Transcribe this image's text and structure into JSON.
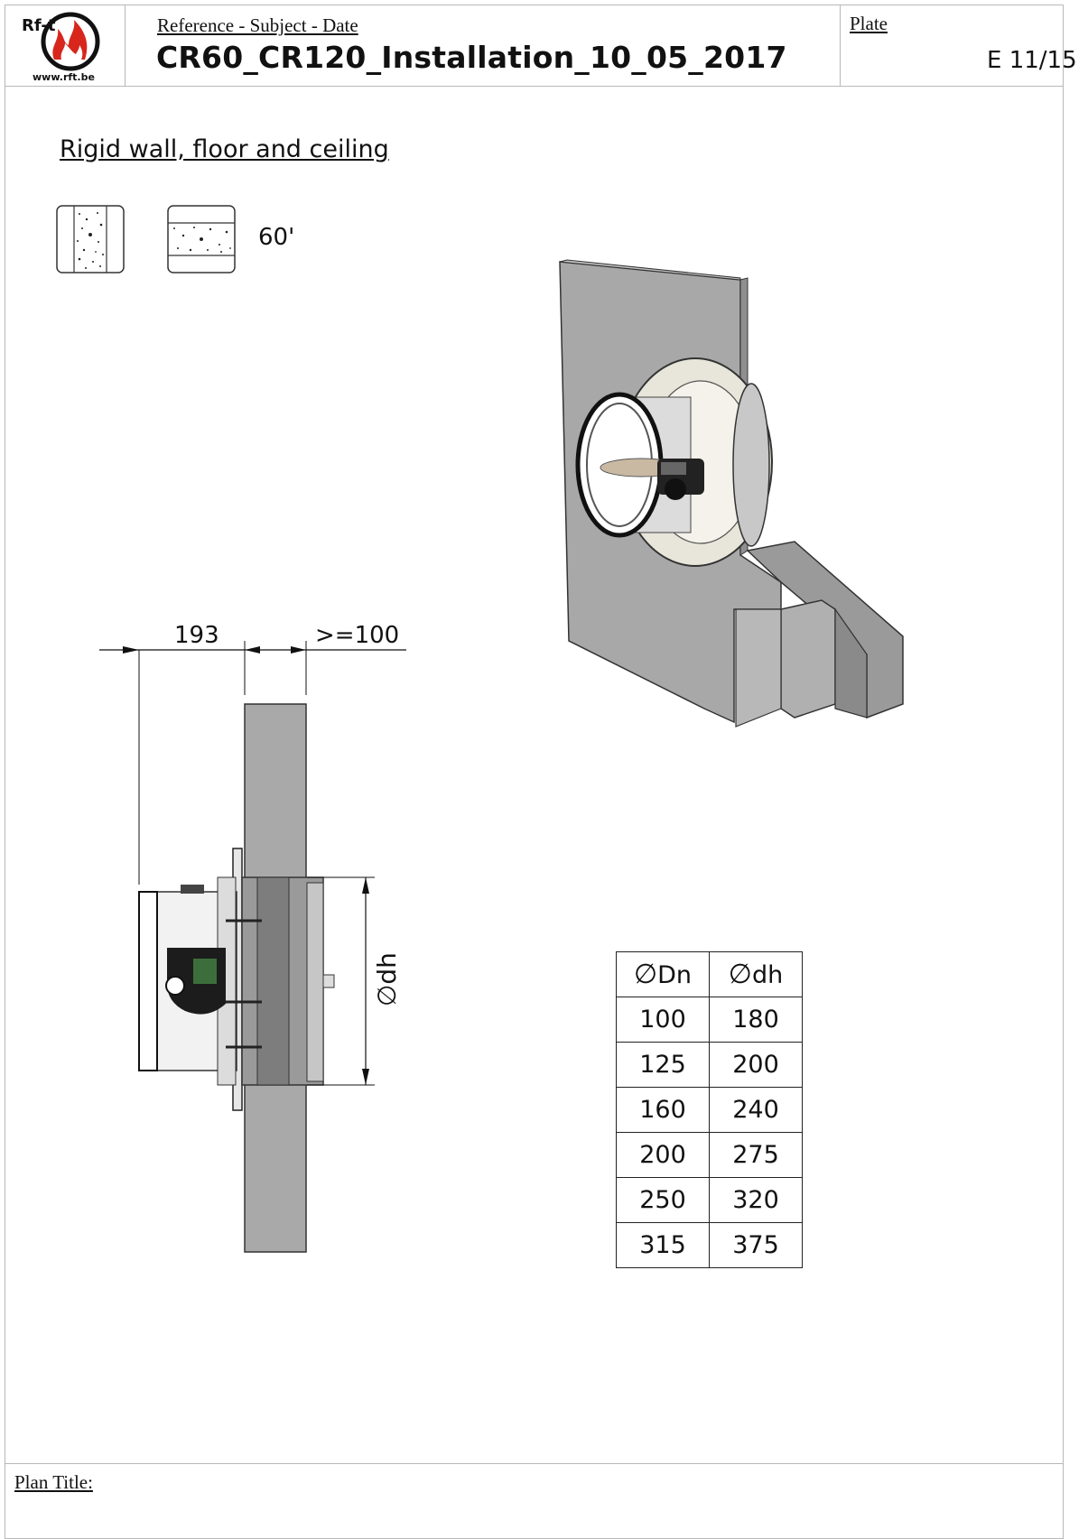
{
  "header": {
    "logo_text": "Rf-t",
    "logo_url": "www.rft.be",
    "reference_label": "Reference - Subject - Date",
    "document_title": "CR60_CR120_Installation_10_05_2017",
    "plate_label": "Plate",
    "plate_number": "E 11/15"
  },
  "section": {
    "heading": "Rigid wall, floor and ceiling",
    "fire_rating": "60'",
    "icons": [
      "wall-section-icon",
      "floor-section-icon"
    ]
  },
  "dimensions": {
    "depth": "193",
    "min_distance": ">=100",
    "diameter_label": "dh",
    "diameter_symbol": "∅"
  },
  "size_table": {
    "headers": [
      "Dn",
      "dh"
    ],
    "rows": [
      [
        "100",
        "180"
      ],
      [
        "125",
        "200"
      ],
      [
        "160",
        "240"
      ],
      [
        "200",
        "275"
      ],
      [
        "250",
        "320"
      ],
      [
        "315",
        "375"
      ]
    ]
  },
  "footer": {
    "plan_title_label": "Plan Title:"
  },
  "colors": {
    "wall": "#a9a9a9",
    "wall_dark": "#8e8e8e",
    "logo_red": "#d8261c",
    "ring": "#e8e6da"
  }
}
